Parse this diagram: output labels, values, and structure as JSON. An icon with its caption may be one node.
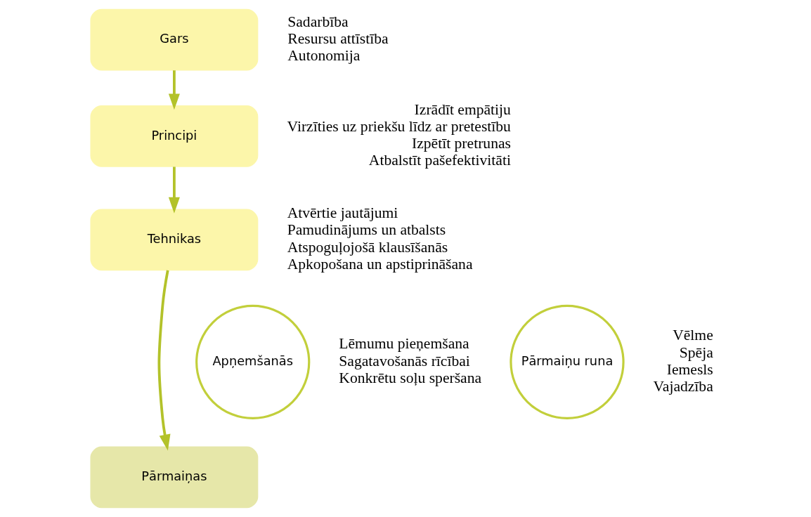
{
  "diagram": {
    "nodes": [
      {
        "text": [
          "Gars"
        ],
        "beside": [
          "Sadarbība",
          "Resursu attīstība",
          "Autonomija"
        ]
      },
      {
        "text": [
          "Principi"
        ],
        "beside": [
          "Izrādīt empātiju",
          "Virzīties uz priekšu līdz ar pretestību",
          "Izpētīt pretrunas",
          "Atbalstīt pašefektivitāti"
        ]
      },
      {
        "text": [
          "Tehnikas"
        ],
        "beside": [
          "Atvērtie jautājumi",
          "Pamudinājums un atbalsts",
          "Atspoguļojošā klausīšanās",
          "Apkopošana un apstiprināšana"
        ]
      },
      {
        "text": [
          "Pārmaiņu runa"
        ],
        "beside": [
          "Vēlme",
          "Spēja",
          "Iemesls",
          "Vajadzība"
        ]
      },
      {
        "text": [
          "Apņemšanās"
        ],
        "beside": [
          "Lēmumu pieņemšana",
          "Sagatavošanās rīcībai",
          "Konkrētu soļu speršana"
        ]
      },
      {
        "text": [
          "Pārmaiņas"
        ]
      }
    ],
    "edges": [
      {
        "from": 0,
        "to": 1,
        "arrow": "to"
      },
      {
        "from": 1,
        "to": 2,
        "arrow": "to"
      },
      {
        "from": 2,
        "to": 5,
        "arrow": "to"
      }
    ]
  }
}
